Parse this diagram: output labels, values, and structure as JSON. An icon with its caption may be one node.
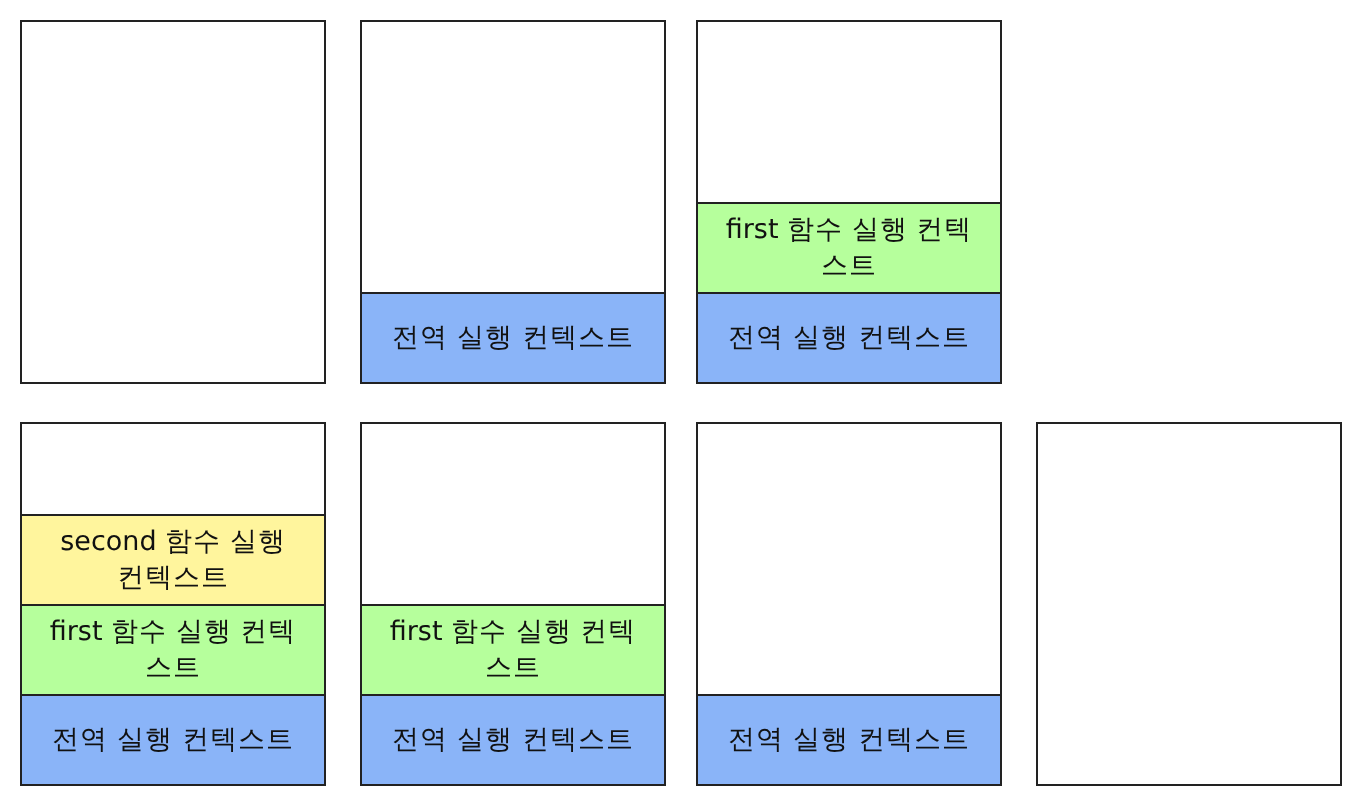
{
  "diagram": {
    "nodes": [
      {
        "text": [],
        "shape": "box"
      },
      {
        "text": [],
        "shape": "box"
      },
      {
        "text": [
          "전역 실행 컨텍스트"
        ],
        "in": 1
      },
      {
        "text": [],
        "shape": "box"
      },
      {
        "text": [
          "first 함수 실행 컨텍스트"
        ],
        "in": 3
      },
      {
        "text": [
          "전역 실행 컨텍스트"
        ],
        "in": 3
      },
      {
        "text": [],
        "shape": "box"
      },
      {
        "text": [
          "second 함수 실행 컨텍스트"
        ],
        "in": 6
      },
      {
        "text": [
          "first 함수 실행 컨텍스트"
        ],
        "in": 6
      },
      {
        "text": [
          "전역 실행 컨텍스트"
        ],
        "in": 6
      },
      {
        "text": [],
        "shape": "box"
      },
      {
        "text": [
          "first 함수 실행 컨텍스트"
        ],
        "in": 10
      },
      {
        "text": [
          "전역 실행 컨텍스트"
        ],
        "in": 10
      },
      {
        "text": [],
        "shape": "box"
      },
      {
        "text": [
          "전역 실행 컨텍스트"
        ],
        "in": 13
      },
      {
        "text": [],
        "shape": "box"
      }
    ]
  }
}
